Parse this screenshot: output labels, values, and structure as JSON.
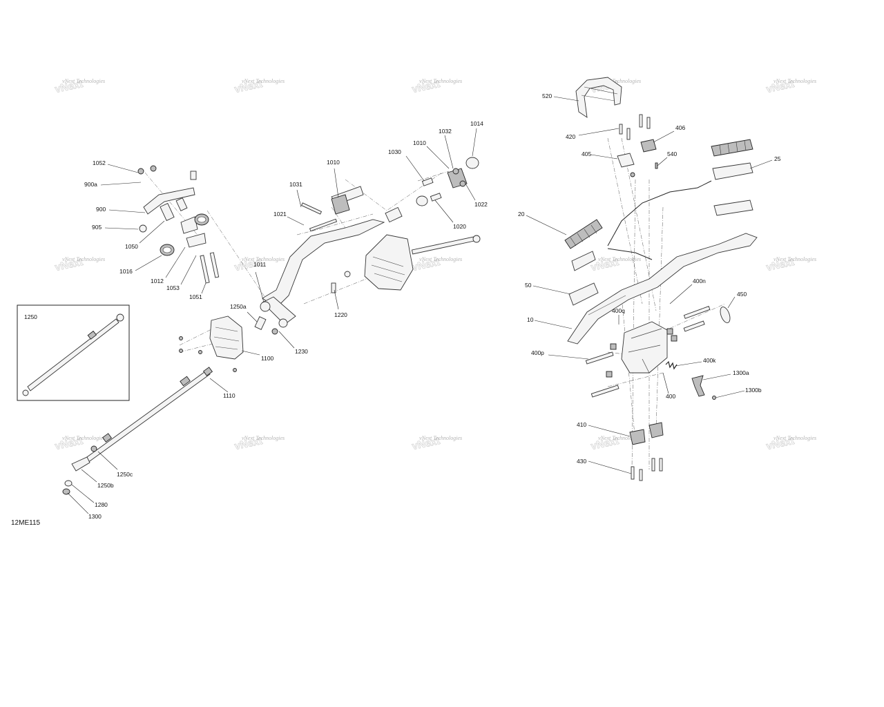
{
  "diagram": {
    "drawing_code": "12ME115",
    "inset_label": "1250",
    "watermark_text": "vNext Technologies",
    "callouts": [
      {
        "id": "1052",
        "text": "1052"
      },
      {
        "id": "900a",
        "text": "900a"
      },
      {
        "id": "900",
        "text": "900"
      },
      {
        "id": "905",
        "text": "905"
      },
      {
        "id": "1050",
        "text": "1050"
      },
      {
        "id": "1016",
        "text": "1016"
      },
      {
        "id": "1012",
        "text": "1012"
      },
      {
        "id": "1053",
        "text": "1053"
      },
      {
        "id": "1051",
        "text": "1051"
      },
      {
        "id": "1031",
        "text": "1031"
      },
      {
        "id": "1010a",
        "text": "1010"
      },
      {
        "id": "1021",
        "text": "1021"
      },
      {
        "id": "1011",
        "text": "1011"
      },
      {
        "id": "1030",
        "text": "1030"
      },
      {
        "id": "1010b",
        "text": "1010"
      },
      {
        "id": "1032",
        "text": "1032"
      },
      {
        "id": "1014",
        "text": "1014"
      },
      {
        "id": "1022",
        "text": "1022"
      },
      {
        "id": "1020",
        "text": "1020"
      },
      {
        "id": "1250a",
        "text": "1250a"
      },
      {
        "id": "1220",
        "text": "1220"
      },
      {
        "id": "1230",
        "text": "1230"
      },
      {
        "id": "1100",
        "text": "1100"
      },
      {
        "id": "1110",
        "text": "1110"
      },
      {
        "id": "1250c",
        "text": "1250c"
      },
      {
        "id": "1250b",
        "text": "1250b"
      },
      {
        "id": "1280",
        "text": "1280"
      },
      {
        "id": "1300",
        "text": "1300"
      },
      {
        "id": "520",
        "text": "520"
      },
      {
        "id": "420",
        "text": "420"
      },
      {
        "id": "406",
        "text": "406"
      },
      {
        "id": "405",
        "text": "405"
      },
      {
        "id": "540",
        "text": "540"
      },
      {
        "id": "25",
        "text": "25"
      },
      {
        "id": "20",
        "text": "20"
      },
      {
        "id": "50",
        "text": "50"
      },
      {
        "id": "10",
        "text": "10"
      },
      {
        "id": "400n",
        "text": "400n"
      },
      {
        "id": "450",
        "text": "450"
      },
      {
        "id": "400q",
        "text": "400q"
      },
      {
        "id": "400p",
        "text": "400p"
      },
      {
        "id": "400k",
        "text": "400k"
      },
      {
        "id": "1300a",
        "text": "1300a"
      },
      {
        "id": "400",
        "text": "400"
      },
      {
        "id": "1300b",
        "text": "1300b"
      },
      {
        "id": "410",
        "text": "410"
      },
      {
        "id": "430",
        "text": "430"
      }
    ]
  }
}
